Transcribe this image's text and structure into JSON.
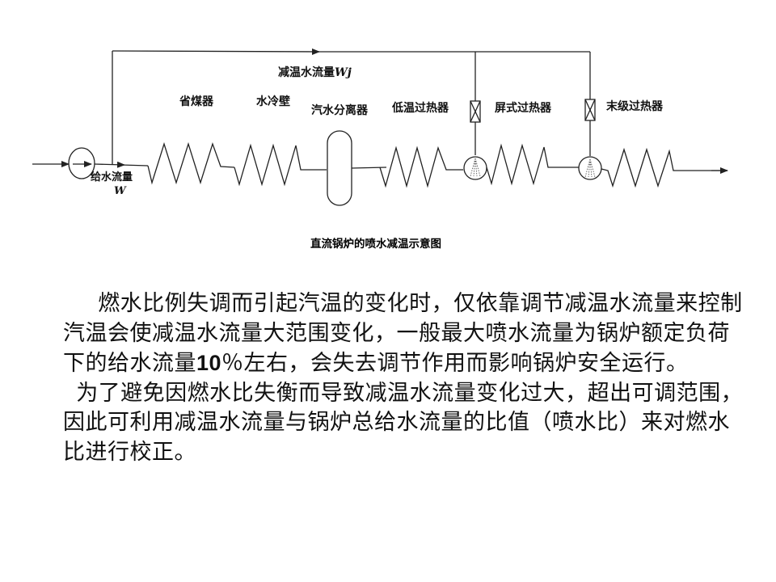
{
  "diagram": {
    "caption": "直流锅炉的喷水减温示意图",
    "labels": {
      "spray_water_flow": "减温水流量",
      "spray_water_symbol": "Wj",
      "economizer": "省煤器",
      "water_wall": "水冷壁",
      "separator": "汽水分离器",
      "low_temp_superheater": "低温过热器",
      "platen_superheater": "屏式过热器",
      "final_superheater": "末级过热器",
      "feedwater_flow": "给水流量",
      "feedwater_symbol": "W"
    },
    "line_color": "#222222"
  },
  "body": {
    "paragraph1_part1": "燃水比例失调而引起汽温的变化时，仅依靠调节减温水流量来控制汽温会使减温水流量大范围变化，一般最大喷水流量为锅炉额定负荷下的给水流量",
    "paragraph1_number": "10",
    "paragraph1_part2": "％左右，会失去调节作用而影响锅炉安全运行。",
    "paragraph2": "为了避免因燃水比失衡而导致减温水流量变化过大，超出可调范围，因此可利用减温水流量与锅炉总给水流量的比值（喷水比）来对燃水比进行校正。"
  }
}
